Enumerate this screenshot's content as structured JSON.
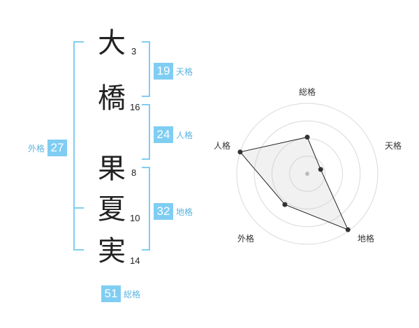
{
  "name": {
    "chars": [
      {
        "char": "大",
        "strokes": "3"
      },
      {
        "char": "橋",
        "strokes": "16"
      },
      {
        "char": "果",
        "strokes": "8"
      },
      {
        "char": "夏",
        "strokes": "10"
      },
      {
        "char": "実",
        "strokes": "14"
      }
    ]
  },
  "fortune": {
    "ten": {
      "value": "19",
      "label": "天格"
    },
    "jin": {
      "value": "24",
      "label": "人格"
    },
    "chi": {
      "value": "32",
      "label": "地格"
    },
    "gai": {
      "value": "27",
      "label": "外格"
    },
    "sou": {
      "value": "51",
      "label": "総格"
    }
  },
  "colors": {
    "accent": "#7fcdf3",
    "bracket": "#7fcdf3",
    "accent_text": "#5bb4e0"
  },
  "chart_data": {
    "type": "radar",
    "axes": [
      "総格",
      "天格",
      "地格",
      "外格",
      "人格"
    ],
    "values": [
      0.52,
      0.2,
      0.98,
      0.54,
      1.0
    ],
    "range": [
      0,
      1
    ],
    "rings": 4
  }
}
